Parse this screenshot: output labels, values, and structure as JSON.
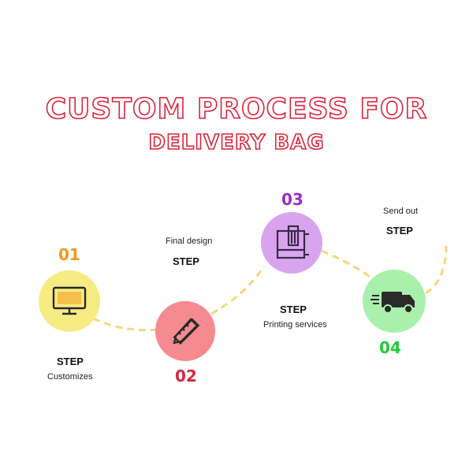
{
  "title_line1": "CUSTOM PROCESS FOR",
  "title_line2": "DELIVERY BAG",
  "steps": [
    {
      "num": "01",
      "step": "STEP",
      "desc": "Customizes",
      "color": "#f7eb84",
      "num_color": "#f29a1b",
      "icon": "monitor-icon"
    },
    {
      "num": "02",
      "step": "STEP",
      "desc": "Final design",
      "color": "#f58a91",
      "num_color": "#d8263c",
      "icon": "pencil-ruler-icon"
    },
    {
      "num": "03",
      "step": "STEP",
      "desc": "Printing services",
      "color": "#d9a4ee",
      "num_color": "#9b2bc9",
      "icon": "printer-icon"
    },
    {
      "num": "04",
      "step": "STEP",
      "desc": "Send out",
      "color": "#a9f0ad",
      "num_color": "#1fcc3a",
      "icon": "delivery-truck-icon"
    }
  ],
  "path_color": "#f5d77b"
}
